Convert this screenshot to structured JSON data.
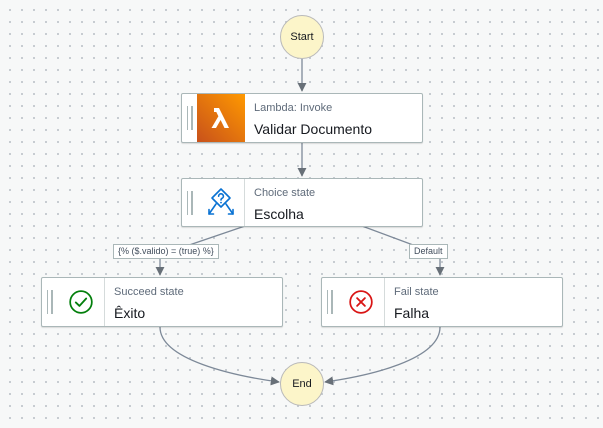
{
  "canvas": {
    "background": "#f7f8f8",
    "dot_color": "#c3c8ce"
  },
  "start": {
    "label": "Start"
  },
  "end": {
    "label": "End"
  },
  "nodes": {
    "lambda": {
      "type": "Lambda: Invoke",
      "name": "Validar Documento",
      "icon": "lambda-icon",
      "accent": "#ed7100"
    },
    "choice": {
      "type": "Choice state",
      "name": "Escolha",
      "icon": "choice-icon",
      "accent": "#0972d3"
    },
    "succeed": {
      "type": "Succeed state",
      "name": "Êxito",
      "icon": "check-circle-icon",
      "accent": "#037f0c"
    },
    "fail": {
      "type": "Fail state",
      "name": "Falha",
      "icon": "x-circle-icon",
      "accent": "#d91515"
    }
  },
  "edges": {
    "choice_true": "{% ($.valido) = (true) %}",
    "choice_default": "Default"
  },
  "colors": {
    "node_border": "#aab7b8",
    "edge": "#7d8998",
    "terminal_fill": "#fcf5c9"
  }
}
